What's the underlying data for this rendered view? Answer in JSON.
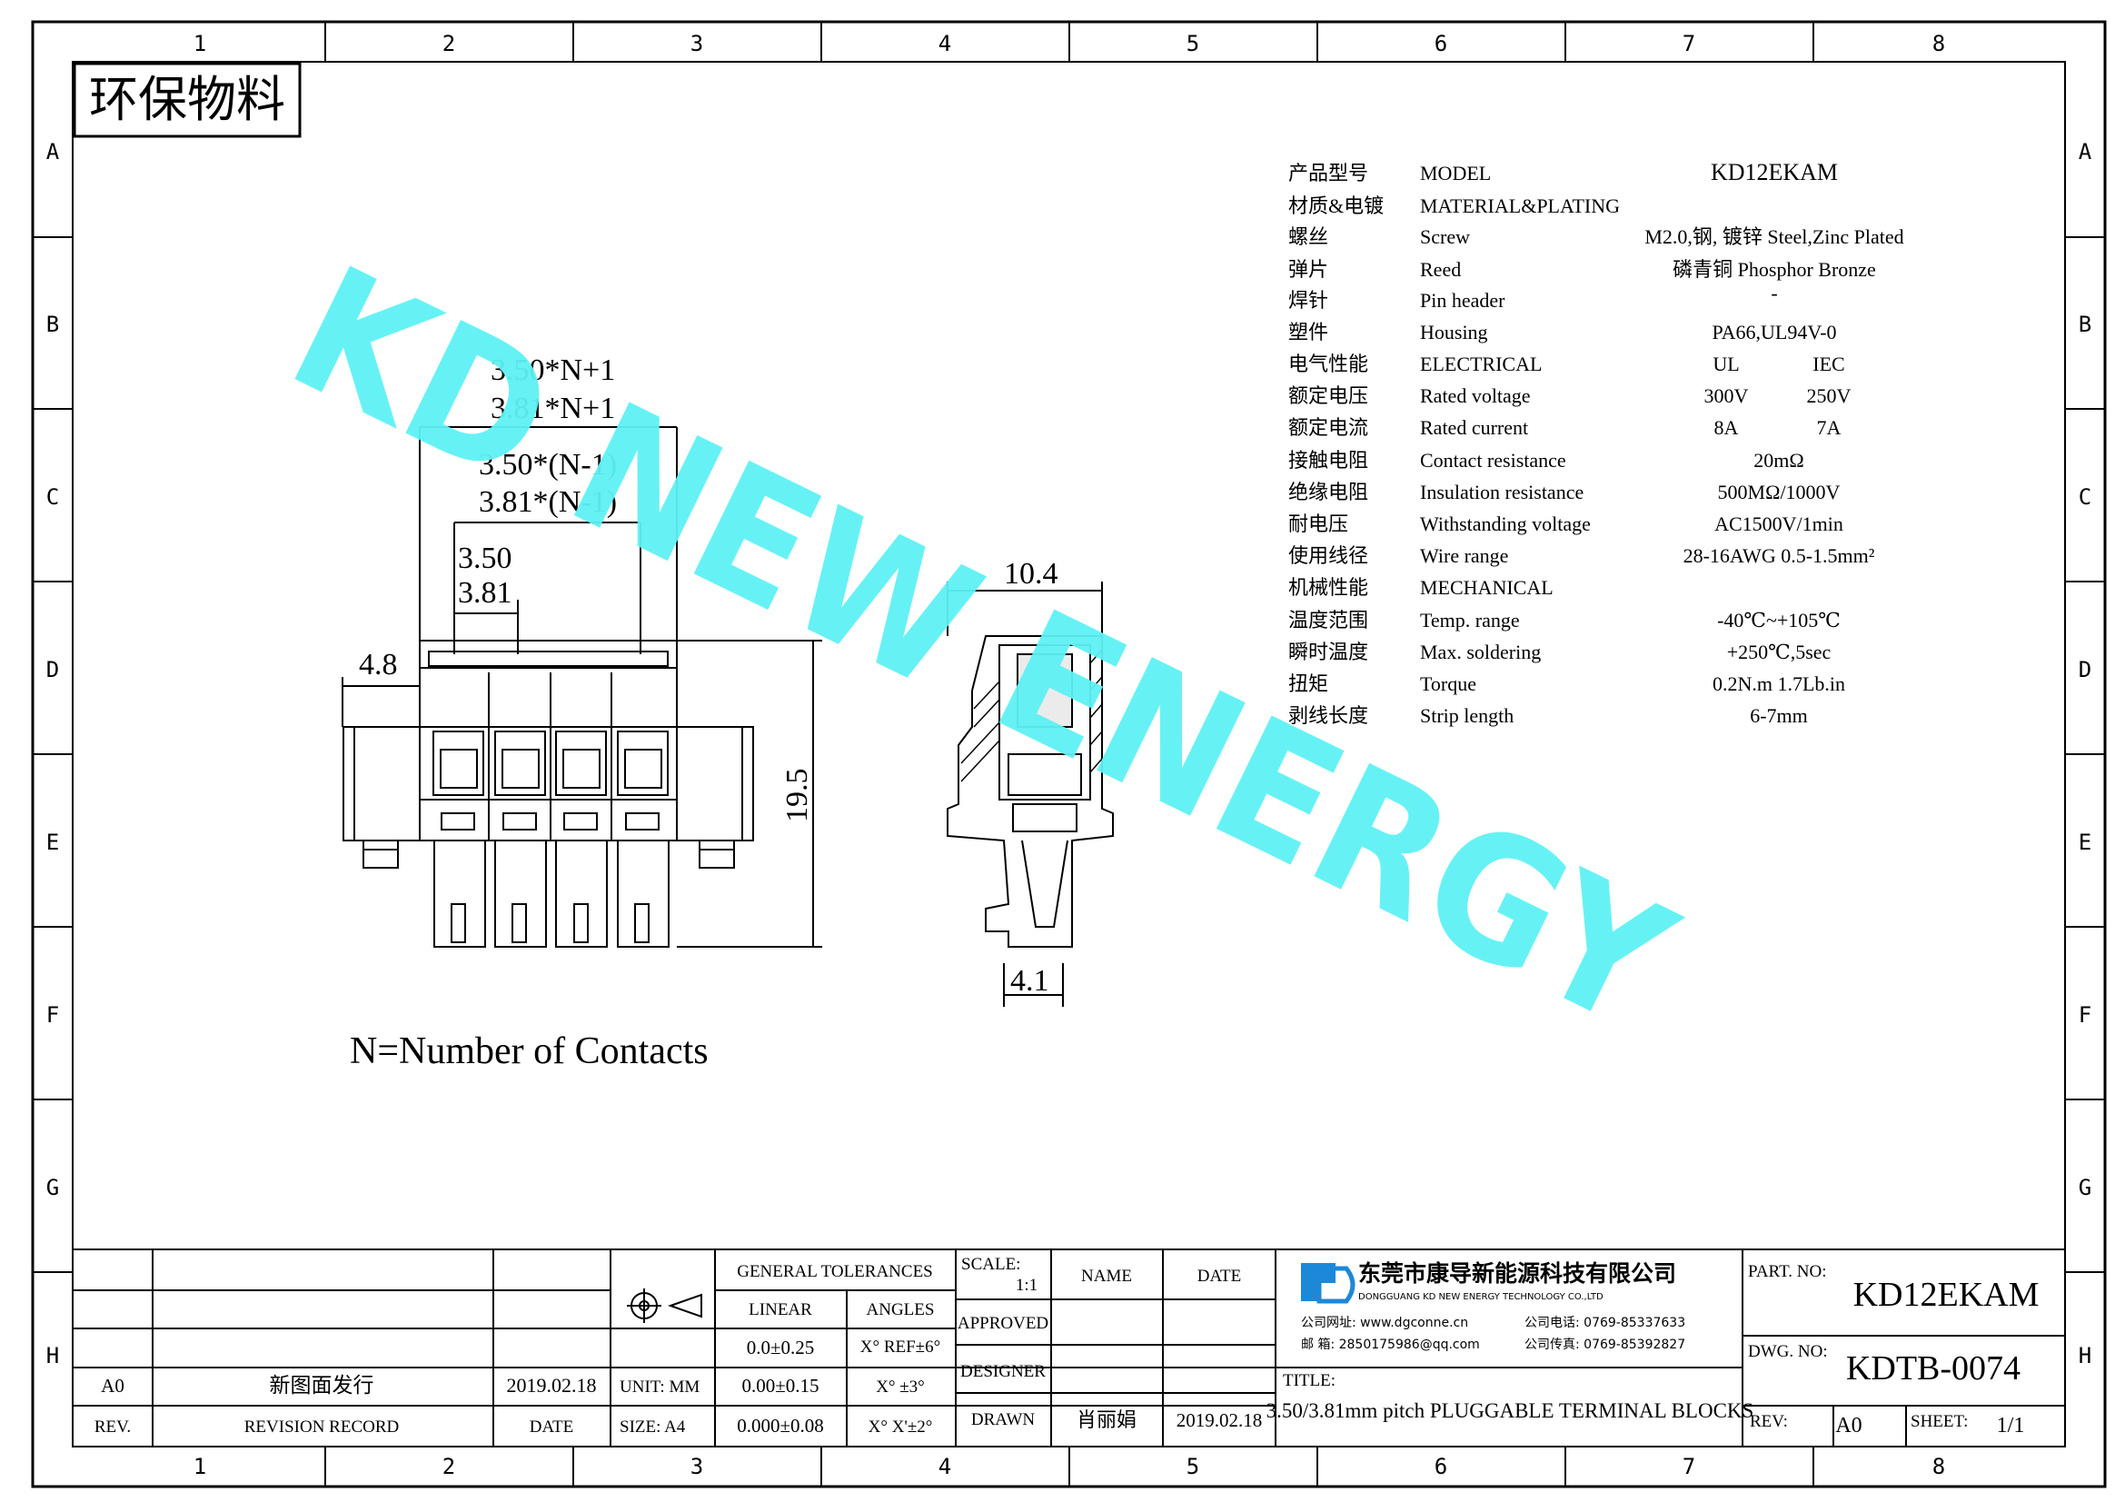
{
  "frame": {
    "col_numbers": [
      "1",
      "2",
      "3",
      "4",
      "5",
      "6",
      "7",
      "8"
    ],
    "row_letters": [
      "A",
      "B",
      "C",
      "D",
      "E",
      "F",
      "G",
      "H"
    ]
  },
  "eco_stamp": "环保物料",
  "watermark": "KD NEW ENERGY",
  "specs": [
    {
      "cn": "产品型号",
      "en": "MODEL",
      "v1": "KD12EKAM",
      "v2": ""
    },
    {
      "cn": "材质&电镀",
      "en": "MATERIAL&PLATING",
      "v1": "",
      "v2": ""
    },
    {
      "cn": "螺丝",
      "en": "Screw",
      "v1": "M2.0,钢, 镀锌 Steel,Zinc Plated",
      "v2": ""
    },
    {
      "cn": "弹片",
      "en": "Reed",
      "v1": "磷青铜 Phosphor Bronze",
      "v2": ""
    },
    {
      "cn": "焊针",
      "en": "Pin header",
      "v1": "-",
      "v2": ""
    },
    {
      "cn": "塑件",
      "en": "Housing",
      "v1": "PA66,UL94V-0",
      "v2": ""
    },
    {
      "cn": "电气性能",
      "en": "ELECTRICAL",
      "v1": "UL",
      "v2": "IEC"
    },
    {
      "cn": "额定电压",
      "en": "Rated voltage",
      "v1": "300V",
      "v2": "250V"
    },
    {
      "cn": "额定电流",
      "en": "Rated current",
      "v1": "8A",
      "v2": "7A"
    },
    {
      "cn": "接触电阻",
      "en": "Contact resistance",
      "v1": "20mΩ",
      "v2": ""
    },
    {
      "cn": "绝缘电阻",
      "en": "Insulation resistance",
      "v1": "500MΩ/1000V",
      "v2": ""
    },
    {
      "cn": "耐电压",
      "en": "Withstanding voltage",
      "v1": "AC1500V/1min",
      "v2": ""
    },
    {
      "cn": "使用线径",
      "en": "Wire range",
      "v1": "28-16AWG 0.5-1.5mm²",
      "v2": ""
    },
    {
      "cn": "机械性能",
      "en": "MECHANICAL",
      "v1": "",
      "v2": ""
    },
    {
      "cn": "温度范围",
      "en": "Temp. range",
      "v1": "-40℃~+105℃",
      "v2": ""
    },
    {
      "cn": "瞬时温度",
      "en": "Max. soldering",
      "v1": "+250℃,5sec",
      "v2": ""
    },
    {
      "cn": "扭矩",
      "en": "Torque",
      "v1": "0.2N.m 1.7Lb.in",
      "v2": ""
    },
    {
      "cn": "剥线长度",
      "en": "Strip length",
      "v1": "6-7mm",
      "v2": ""
    }
  ],
  "dims": {
    "d1": "3.50*N+1",
    "d2": "3.81*N+1",
    "d3": "3.50*(N-1)",
    "d4": "3.81*(N-1)",
    "d5": "3.50",
    "d6": "3.81",
    "d7": "4.8",
    "d8": "19.5",
    "d9": "10.4",
    "d10": "4.1"
  },
  "note": "N=Number of Contacts",
  "title_block": {
    "rev_a0": "A0",
    "rev_record_text": "新图面发行",
    "rev_date": "2019.02.18",
    "rev_label": "REV.",
    "revision_record_label": "REVISION RECORD",
    "date_label": "DATE",
    "unit": "UNIT: MM",
    "size": "SIZE: A4",
    "gen_tol": "GENERAL TOLERANCES",
    "linear": "LINEAR",
    "angles": "ANGLES",
    "lin1": "0.0±0.25",
    "lin2": "0.00±0.15",
    "lin3": "0.000±0.08",
    "ang1": "X° REF±6°",
    "ang2": "X° ±3°",
    "ang3": "X° X'±2°",
    "scale_label": "SCALE:",
    "scale_value": "1:1",
    "name_label": "NAME",
    "date_col_label": "DATE",
    "approved": "APPROVED",
    "designer": "DESIGNER",
    "drawn": "DRAWN",
    "drawn_name": "肖丽娟",
    "drawn_date": "2019.02.18",
    "company_cn": "东莞市康导新能源科技有限公司",
    "company_en": "DONGGUANG KD NEW ENERGY TECHNOLOGY CO.,LTD",
    "website": "公司网址: www.dgconne.cn",
    "phone": "公司电话: 0769-85337633",
    "email": "邮    箱: 2850175986@qq.com",
    "fax": "公司传真: 0769-85392827",
    "title_label": "TITLE:",
    "title_value": "3.50/3.81mm pitch PLUGGABLE TERMINAL BLOCKS",
    "part_no_label": "PART. NO:",
    "part_no": "KD12EKAM",
    "dwg_no_label": "DWG. NO:",
    "dwg_no": "KDTB-0074",
    "rev2_label": "REV:",
    "rev2_value": "A0",
    "sheet_label": "SHEET:",
    "sheet_value": "1/1"
  }
}
